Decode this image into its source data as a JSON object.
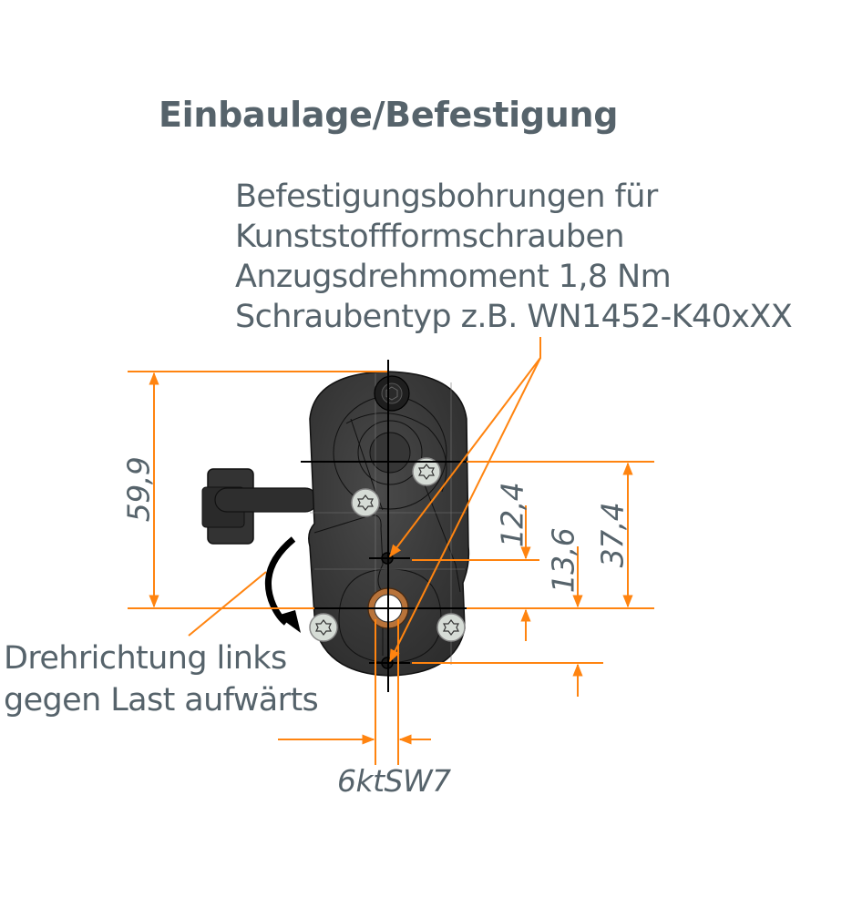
{
  "title": "Einbaulage/Befestigung",
  "mounting_note": {
    "lines": [
      "Befestigungsbohrungen für",
      "Kunststoffformschrauben",
      "Anzugsdrehmoment 1,8 Nm",
      "Schraubentyp z.B. WN1452-K40xXX"
    ]
  },
  "rotation_note": {
    "lines": [
      "Drehrichtung links",
      "gegen Last aufwärts"
    ]
  },
  "dimensions": {
    "overall_height": "59,9",
    "hole_to_axis_upper": "12,4",
    "hole_to_axis_lower": "13,6",
    "upper_axis_to_drive": "37,4",
    "hex_drive": "6ktSW7"
  },
  "colors": {
    "dimension_orange": "#ff8410",
    "text_gray": "#56636b",
    "housing_dark": "#3a3a3a",
    "screw_light": "#d6dcd6",
    "bushing_bronze": "#b8733a"
  }
}
